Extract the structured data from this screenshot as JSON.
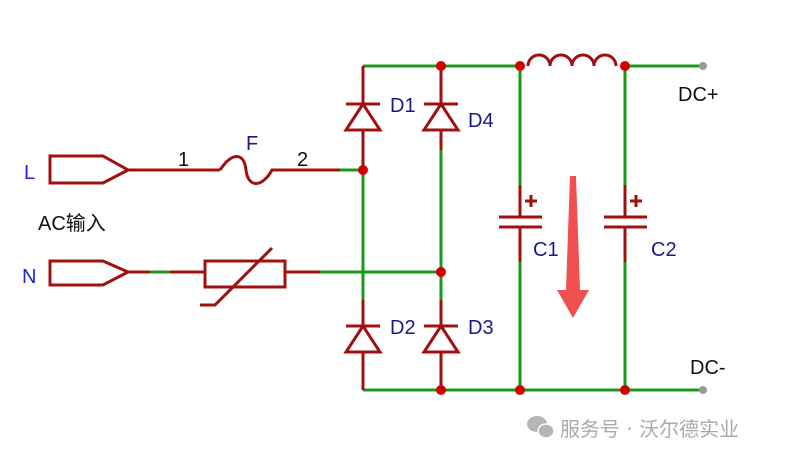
{
  "diagram": {
    "input_label": "AC输入",
    "terminals": {
      "line": "L",
      "neutral": "N"
    },
    "fuse": {
      "label": "F",
      "pin1": "1",
      "pin2": "2"
    },
    "diodes": [
      "D1",
      "D4",
      "D2",
      "D3"
    ],
    "capacitors": [
      {
        "label": "C1",
        "polarity": "+"
      },
      {
        "label": "C2",
        "polarity": "+"
      }
    ],
    "outputs": {
      "positive": "DC+",
      "negative": "DC-"
    },
    "colors": {
      "wire": "#1a9a1a",
      "component": "#a01010",
      "junction": "#d40000",
      "arrow": "#f05050",
      "label": "#1a1a8a",
      "terminal_label": "#2020e0"
    }
  },
  "watermark": {
    "text": "服务号 · 沃尔德实业",
    "icon": "wechat-icon"
  }
}
